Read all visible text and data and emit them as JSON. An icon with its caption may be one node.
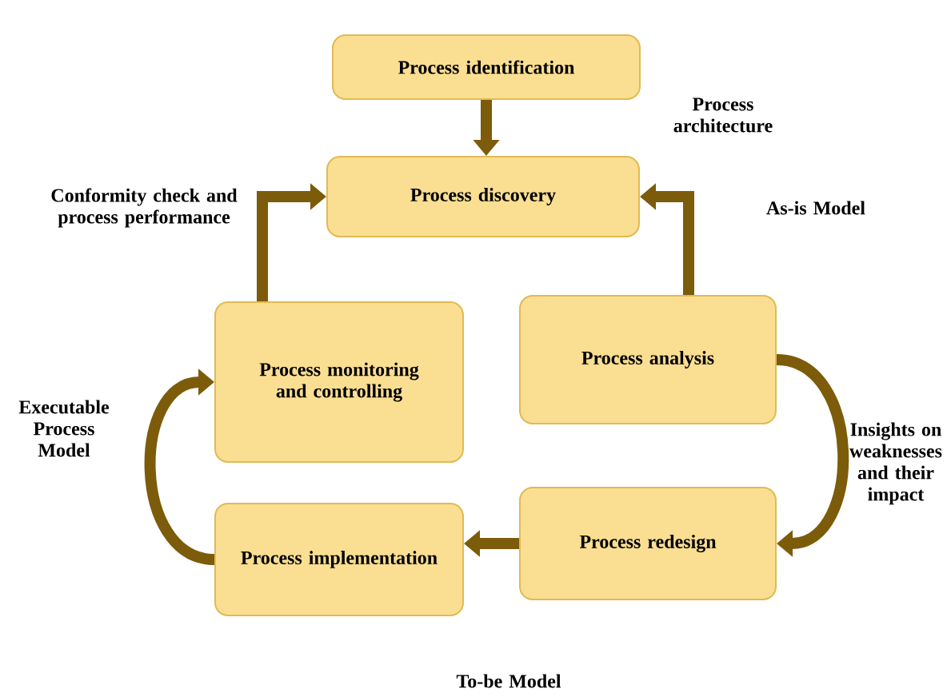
{
  "diagram": {
    "nodes": [
      {
        "text": [
          "Process identification"
        ]
      },
      {
        "text": [
          "Process discovery"
        ]
      },
      {
        "text": [
          "Process monitoring and controlling"
        ]
      },
      {
        "text": [
          "Process analysis"
        ]
      },
      {
        "text": [
          "Process redesign"
        ]
      },
      {
        "text": [
          "Process implementation"
        ]
      }
    ],
    "edges": [
      {
        "from": 0,
        "to": 1,
        "arrow": "to"
      },
      {
        "from": 2,
        "to": 1,
        "arrow": "to"
      },
      {
        "from": 3,
        "to": 1,
        "arrow": "to"
      },
      {
        "from": 3,
        "to": 4,
        "arrow": "to"
      },
      {
        "from": 4,
        "to": 5,
        "arrow": "to"
      },
      {
        "from": 5,
        "to": 2,
        "arrow": "to"
      }
    ],
    "labels": [
      "Process architecture",
      "Conformity check and process performance",
      "As-is Model",
      "Executable Process Model",
      "Insights on weaknesses and their impact",
      "To-be Model"
    ]
  }
}
